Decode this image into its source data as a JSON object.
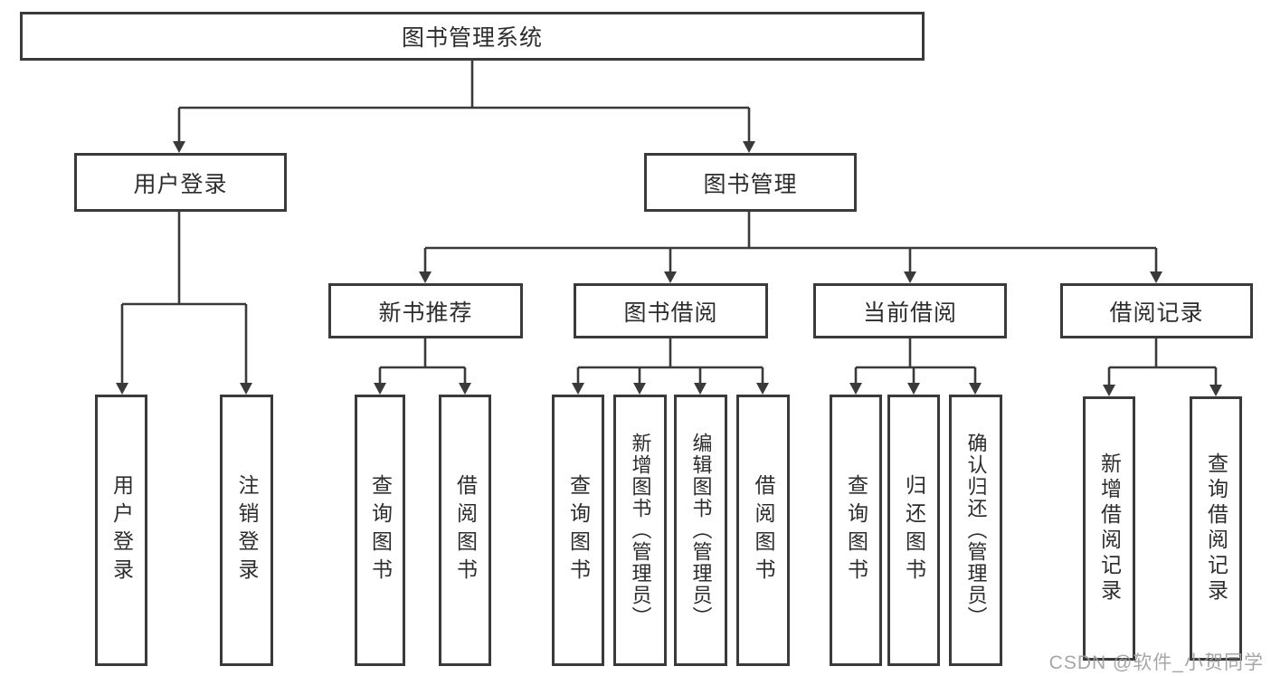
{
  "diagram": {
    "title": "图书管理系统",
    "root": {
      "label": "图书管理系统"
    },
    "level2": [
      {
        "label": "用户登录"
      },
      {
        "label": "图书管理"
      }
    ],
    "level3": [
      {
        "label": "新书推荐",
        "parent": "图书管理"
      },
      {
        "label": "图书借阅",
        "parent": "图书管理"
      },
      {
        "label": "当前借阅",
        "parent": "图书管理"
      },
      {
        "label": "借阅记录",
        "parent": "图书管理"
      }
    ],
    "leaves": [
      {
        "label": "用户登录",
        "parent": "用户登录"
      },
      {
        "label": "注销登录",
        "parent": "用户登录"
      },
      {
        "label": "查询图书",
        "parent": "新书推荐"
      },
      {
        "label": "借阅图书",
        "parent": "新书推荐"
      },
      {
        "label": "查询图书",
        "parent": "图书借阅"
      },
      {
        "label": "新增图书（管理员）",
        "parent": "图书借阅"
      },
      {
        "label": "编辑图书（管理员）",
        "parent": "图书借阅"
      },
      {
        "label": "借阅图书",
        "parent": "图书借阅"
      },
      {
        "label": "查询图书",
        "parent": "当前借阅"
      },
      {
        "label": "归还图书",
        "parent": "当前借阅"
      },
      {
        "label": "确认归还（管理员）",
        "parent": "当前借阅"
      },
      {
        "label": "新增借阅记录",
        "parent": "借阅记录"
      },
      {
        "label": "查询借阅记录",
        "parent": "借阅记录"
      }
    ]
  },
  "watermark": "CSDN @软件_小贺同学",
  "colors": {
    "line": "#3a3a3a",
    "text": "#2d2d2d",
    "watermark": "#9e9e9e",
    "background": "#ffffff"
  }
}
